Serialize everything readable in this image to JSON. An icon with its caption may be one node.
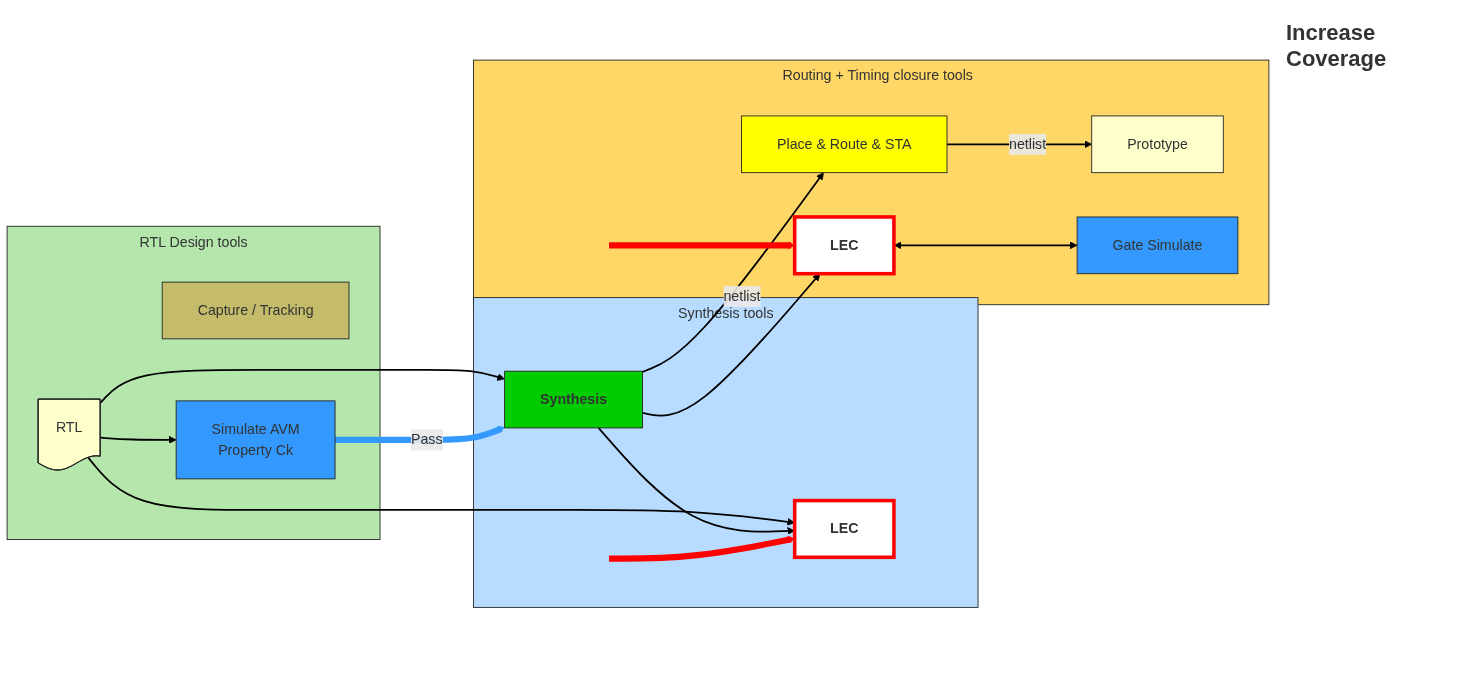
{
  "diagram": {
    "nodes": [
      {
        "text": [
          "RTL Design tools"
        ]
      },
      {
        "text": [
          "Synthesis tools"
        ]
      },
      {
        "text": [
          "Routing + Timing closure tools"
        ]
      },
      {
        "text": [
          "Capture / Tracking"
        ],
        "in": 0
      },
      {
        "text": [
          "RTL"
        ],
        "in": 0
      },
      {
        "text": [
          "Simulate AVM",
          "Property Ck"
        ],
        "in": 0
      },
      {
        "text": [
          "LEC"
        ],
        "in": 1
      },
      {
        "text": [
          "Synthesis"
        ],
        "in": 1
      },
      {
        "text": [
          "LEC"
        ],
        "in": 2
      },
      {
        "text": [
          "Place & Route & STA"
        ],
        "in": 2
      },
      {
        "text": [
          "Prototype"
        ],
        "in": 2
      },
      {
        "text": [
          "Gate Simulate"
        ],
        "in": 2
      }
    ],
    "edges": [
      {
        "from": 4,
        "to": 6,
        "arrow": "to"
      },
      {
        "from": 4,
        "to": 5,
        "arrow": "to"
      },
      {
        "from": 4,
        "to": 7,
        "arrow": "to"
      },
      {
        "from": 5,
        "to": 7,
        "label": "Pass",
        "arrow": "to",
        "style": "thick",
        "color": "#3399ff"
      },
      {
        "from": 7,
        "to": 6,
        "arrow": "to"
      },
      {
        "from": 7,
        "to": 9,
        "label": "netlist",
        "arrow": "to"
      },
      {
        "from": 7,
        "to": 8,
        "arrow": "to"
      },
      {
        "from": 9,
        "to": 10,
        "label": "netlist",
        "arrow": "to"
      },
      {
        "from": 8,
        "to": 11,
        "arrow": "both"
      },
      {
        "from": null,
        "to": 6,
        "arrow": "to",
        "style": "thick",
        "color": "#ff0000"
      },
      {
        "from": null,
        "to": 8,
        "arrow": "to",
        "style": "thick",
        "color": "#ff0000"
      }
    ],
    "labels": [
      "Increase Coverage"
    ]
  }
}
